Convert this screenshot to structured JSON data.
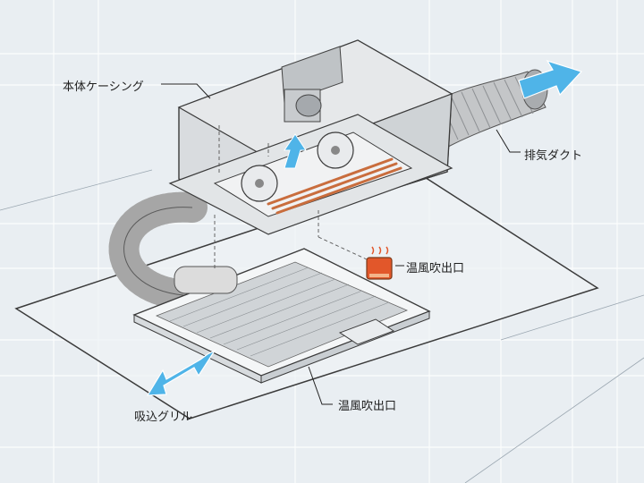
{
  "labels": {
    "casing": "本体ケーシング",
    "exhaust_duct": "排気ダクト",
    "warm_outlet_top": "温風吹出口",
    "intake_grille": "吸込グリル",
    "warm_outlet_bottom": "温風吹出口"
  },
  "colors": {
    "background": "#e9eef2",
    "gridline": "#ffffff",
    "arrow_blue": "#4fb4e8",
    "heater_copper": "#c96d3d",
    "heater_icon": "#e2572a",
    "casing_gray": "#d9dcdf",
    "outline": "#3b3b3b"
  },
  "icons": [
    "heater-icon",
    "air-flow-arrow-icon"
  ]
}
